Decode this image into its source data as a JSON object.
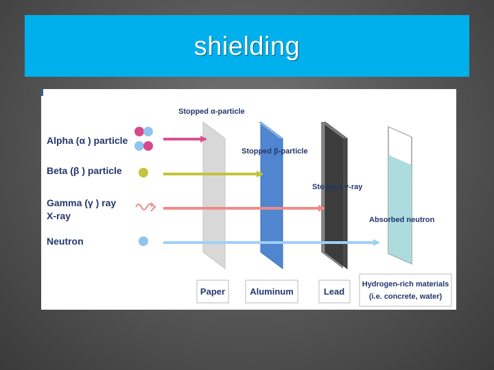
{
  "slide": {
    "title": "shielding"
  },
  "diagram": {
    "radiation_labels": {
      "alpha": "Alpha (α ) particle",
      "beta": "Beta (β ) particle",
      "gamma": "Gamma (γ ) ray",
      "xray": "X-ray",
      "neutron": "Neutron"
    },
    "stop_labels": {
      "alpha": "Stopped α-particle",
      "beta": "Stopped β-particle",
      "gamma": "Stopped γ-ray",
      "neutron": "Absorbed neutron"
    },
    "materials": {
      "paper": "Paper",
      "aluminum": "Aluminum",
      "lead": "Lead",
      "hydrogen_line1": "Hydrogen-rich materials",
      "hydrogen_line2": "(i.e. concrete, water)"
    },
    "colors": {
      "title_bar": "#00b0ec",
      "alpha_arrow": "#d9508f",
      "beta_arrow": "#c4c33c",
      "gamma_arrow": "#f08a8a",
      "neutron_arrow": "#9fd0f5",
      "label_text": "#23366b"
    }
  }
}
